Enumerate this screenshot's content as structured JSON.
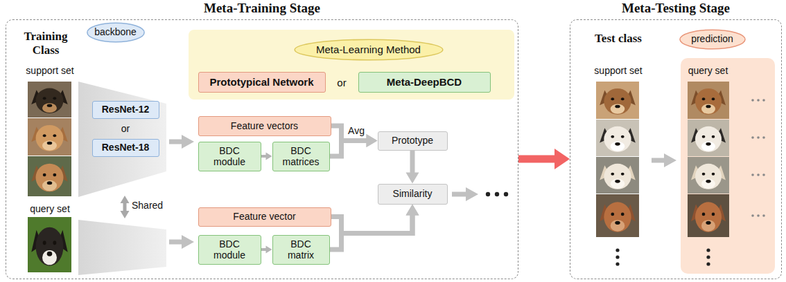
{
  "diagram": {
    "nodes": [
      {
        "text": [
          "Meta-Training Stage"
        ]
      },
      {
        "text": [
          "backbone"
        ],
        "in": 0
      },
      {
        "text": [
          "Meta-Learning Method"
        ],
        "in": 0
      },
      {
        "text": [
          "Prototypical Network"
        ],
        "in": 0
      },
      {
        "text": [
          "Meta-DeepBCD"
        ],
        "in": 0
      },
      {
        "text": [
          "ResNet-12"
        ],
        "in": 0
      },
      {
        "text": [
          "ResNet-18"
        ],
        "in": 0
      },
      {
        "text": [
          "Feature vectors"
        ],
        "in": 0
      },
      {
        "text": [
          "BDC module"
        ],
        "in": 0
      },
      {
        "text": [
          "BDC matrices"
        ],
        "in": 0
      },
      {
        "text": [
          "Prototype"
        ],
        "in": 0
      },
      {
        "text": [
          "Similarity"
        ],
        "in": 0
      },
      {
        "text": [
          "Feature vector"
        ],
        "in": 0
      },
      {
        "text": [
          "BDC module"
        ],
        "in": 0
      },
      {
        "text": [
          "BDC matrix"
        ],
        "in": 0
      },
      {
        "text": [
          "Meta-Testing Stage"
        ]
      },
      {
        "text": [
          "prediction"
        ],
        "in": 15
      },
      {
        "text": [
          "query set"
        ],
        "in": 15
      }
    ],
    "edges": [
      {
        "from": 8,
        "to": 9,
        "arrow": "to"
      },
      {
        "from": 13,
        "to": 14,
        "arrow": "to"
      },
      {
        "from": 7,
        "to": 10,
        "label": "Avg",
        "arrow": "to"
      },
      {
        "from": 9,
        "to": 10,
        "arrow": "to"
      },
      {
        "from": 10,
        "to": 11,
        "arrow": "to"
      },
      {
        "from": 12,
        "to": 11,
        "arrow": "to"
      },
      {
        "from": 14,
        "to": 11,
        "arrow": "to"
      },
      {
        "from": 0,
        "to": 15,
        "arrow": "to"
      }
    ],
    "labels": [
      "Training Class",
      "support set",
      "query set",
      "or",
      "Shared",
      "or",
      "Test class",
      "support set"
    ]
  }
}
